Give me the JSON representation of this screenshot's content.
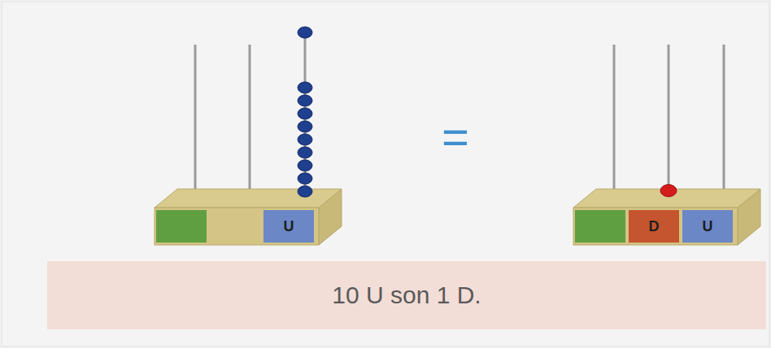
{
  "diagram": {
    "nodes": [
      {
        "text": [
          "U"
        ]
      },
      {
        "text": [
          "D"
        ]
      },
      {
        "text": [
          "U"
        ]
      },
      {
        "text": [
          "10 U son 1 D."
        ]
      }
    ],
    "labels": [
      "="
    ]
  }
}
